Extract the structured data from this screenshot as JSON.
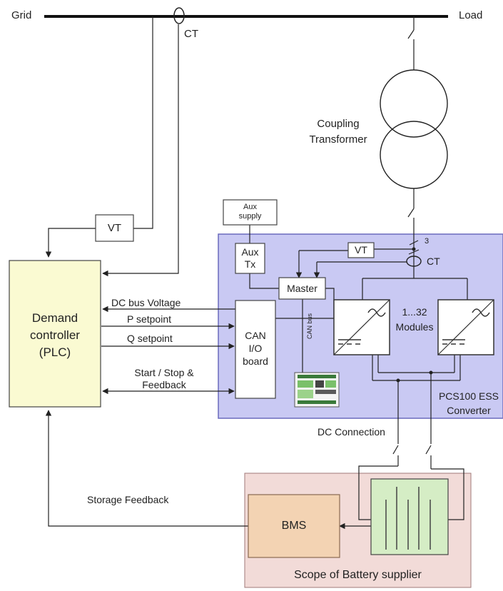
{
  "labels": {
    "grid": "Grid",
    "load": "Load",
    "ct_top": "CT",
    "coupling_transformer": "Coupling\nTransformer",
    "vt_left": "VT",
    "aux_supply": "Aux\nsupply",
    "aux_tx": "Aux\nTx",
    "vt_inner": "VT",
    "ct_inner": "CT",
    "phase_count": "3",
    "master": "Master",
    "modules": "1...32\nModules",
    "can_io_board": "CAN\nI/O\nboard",
    "can_bus": "CAN bus",
    "dc_bus_voltage": "DC bus Voltage",
    "p_setpoint": "P setpoint",
    "q_setpoint": "Q setpoint",
    "start_stop": "Start / Stop &\nFeedback",
    "demand_controller": "Demand\ncontroller\n(PLC)",
    "pcs_converter": "PCS100 ESS\nConverter",
    "dc_connection": "DC Connection",
    "storage_feedback": "Storage Feedback",
    "bms": "BMS",
    "battery_scope": "Scope of Battery supplier"
  },
  "colors": {
    "pcs_fill": "#c9c9f3",
    "pcs_border": "#6b6bbd",
    "plc_fill": "#fafad2",
    "battery_scope_fill": "#f2dbd8",
    "bms_fill": "#f3d3b3",
    "battery_fill": "#d5edc5",
    "line": "#222222"
  },
  "icons": {
    "inverter": "converter-dc-ac-icon",
    "hmi": "hmi-panel-icon",
    "battery": "battery-stack-icon"
  }
}
